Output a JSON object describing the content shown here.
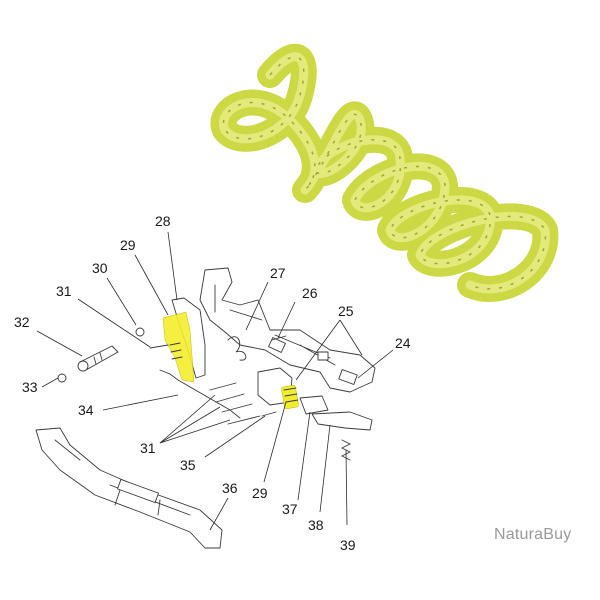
{
  "diagram": {
    "labels": [
      {
        "id": "l28",
        "text": "28"
      },
      {
        "id": "l29a",
        "text": "29"
      },
      {
        "id": "l30",
        "text": "30"
      },
      {
        "id": "l31a",
        "text": "31"
      },
      {
        "id": "l32",
        "text": "32"
      },
      {
        "id": "l33",
        "text": "33"
      },
      {
        "id": "l34",
        "text": "34"
      },
      {
        "id": "l31b",
        "text": "31"
      },
      {
        "id": "l27",
        "text": "27"
      },
      {
        "id": "l26",
        "text": "26"
      },
      {
        "id": "l25",
        "text": "25"
      },
      {
        "id": "l24",
        "text": "24"
      },
      {
        "id": "l35",
        "text": "35"
      },
      {
        "id": "l36",
        "text": "36"
      },
      {
        "id": "l29b",
        "text": "29"
      },
      {
        "id": "l37",
        "text": "37"
      },
      {
        "id": "l38",
        "text": "38"
      },
      {
        "id": "l39",
        "text": "39"
      }
    ],
    "highlight_color": "#f3ee2c",
    "spring_color": "#c9d63a"
  },
  "watermark": "NaturaBuy"
}
